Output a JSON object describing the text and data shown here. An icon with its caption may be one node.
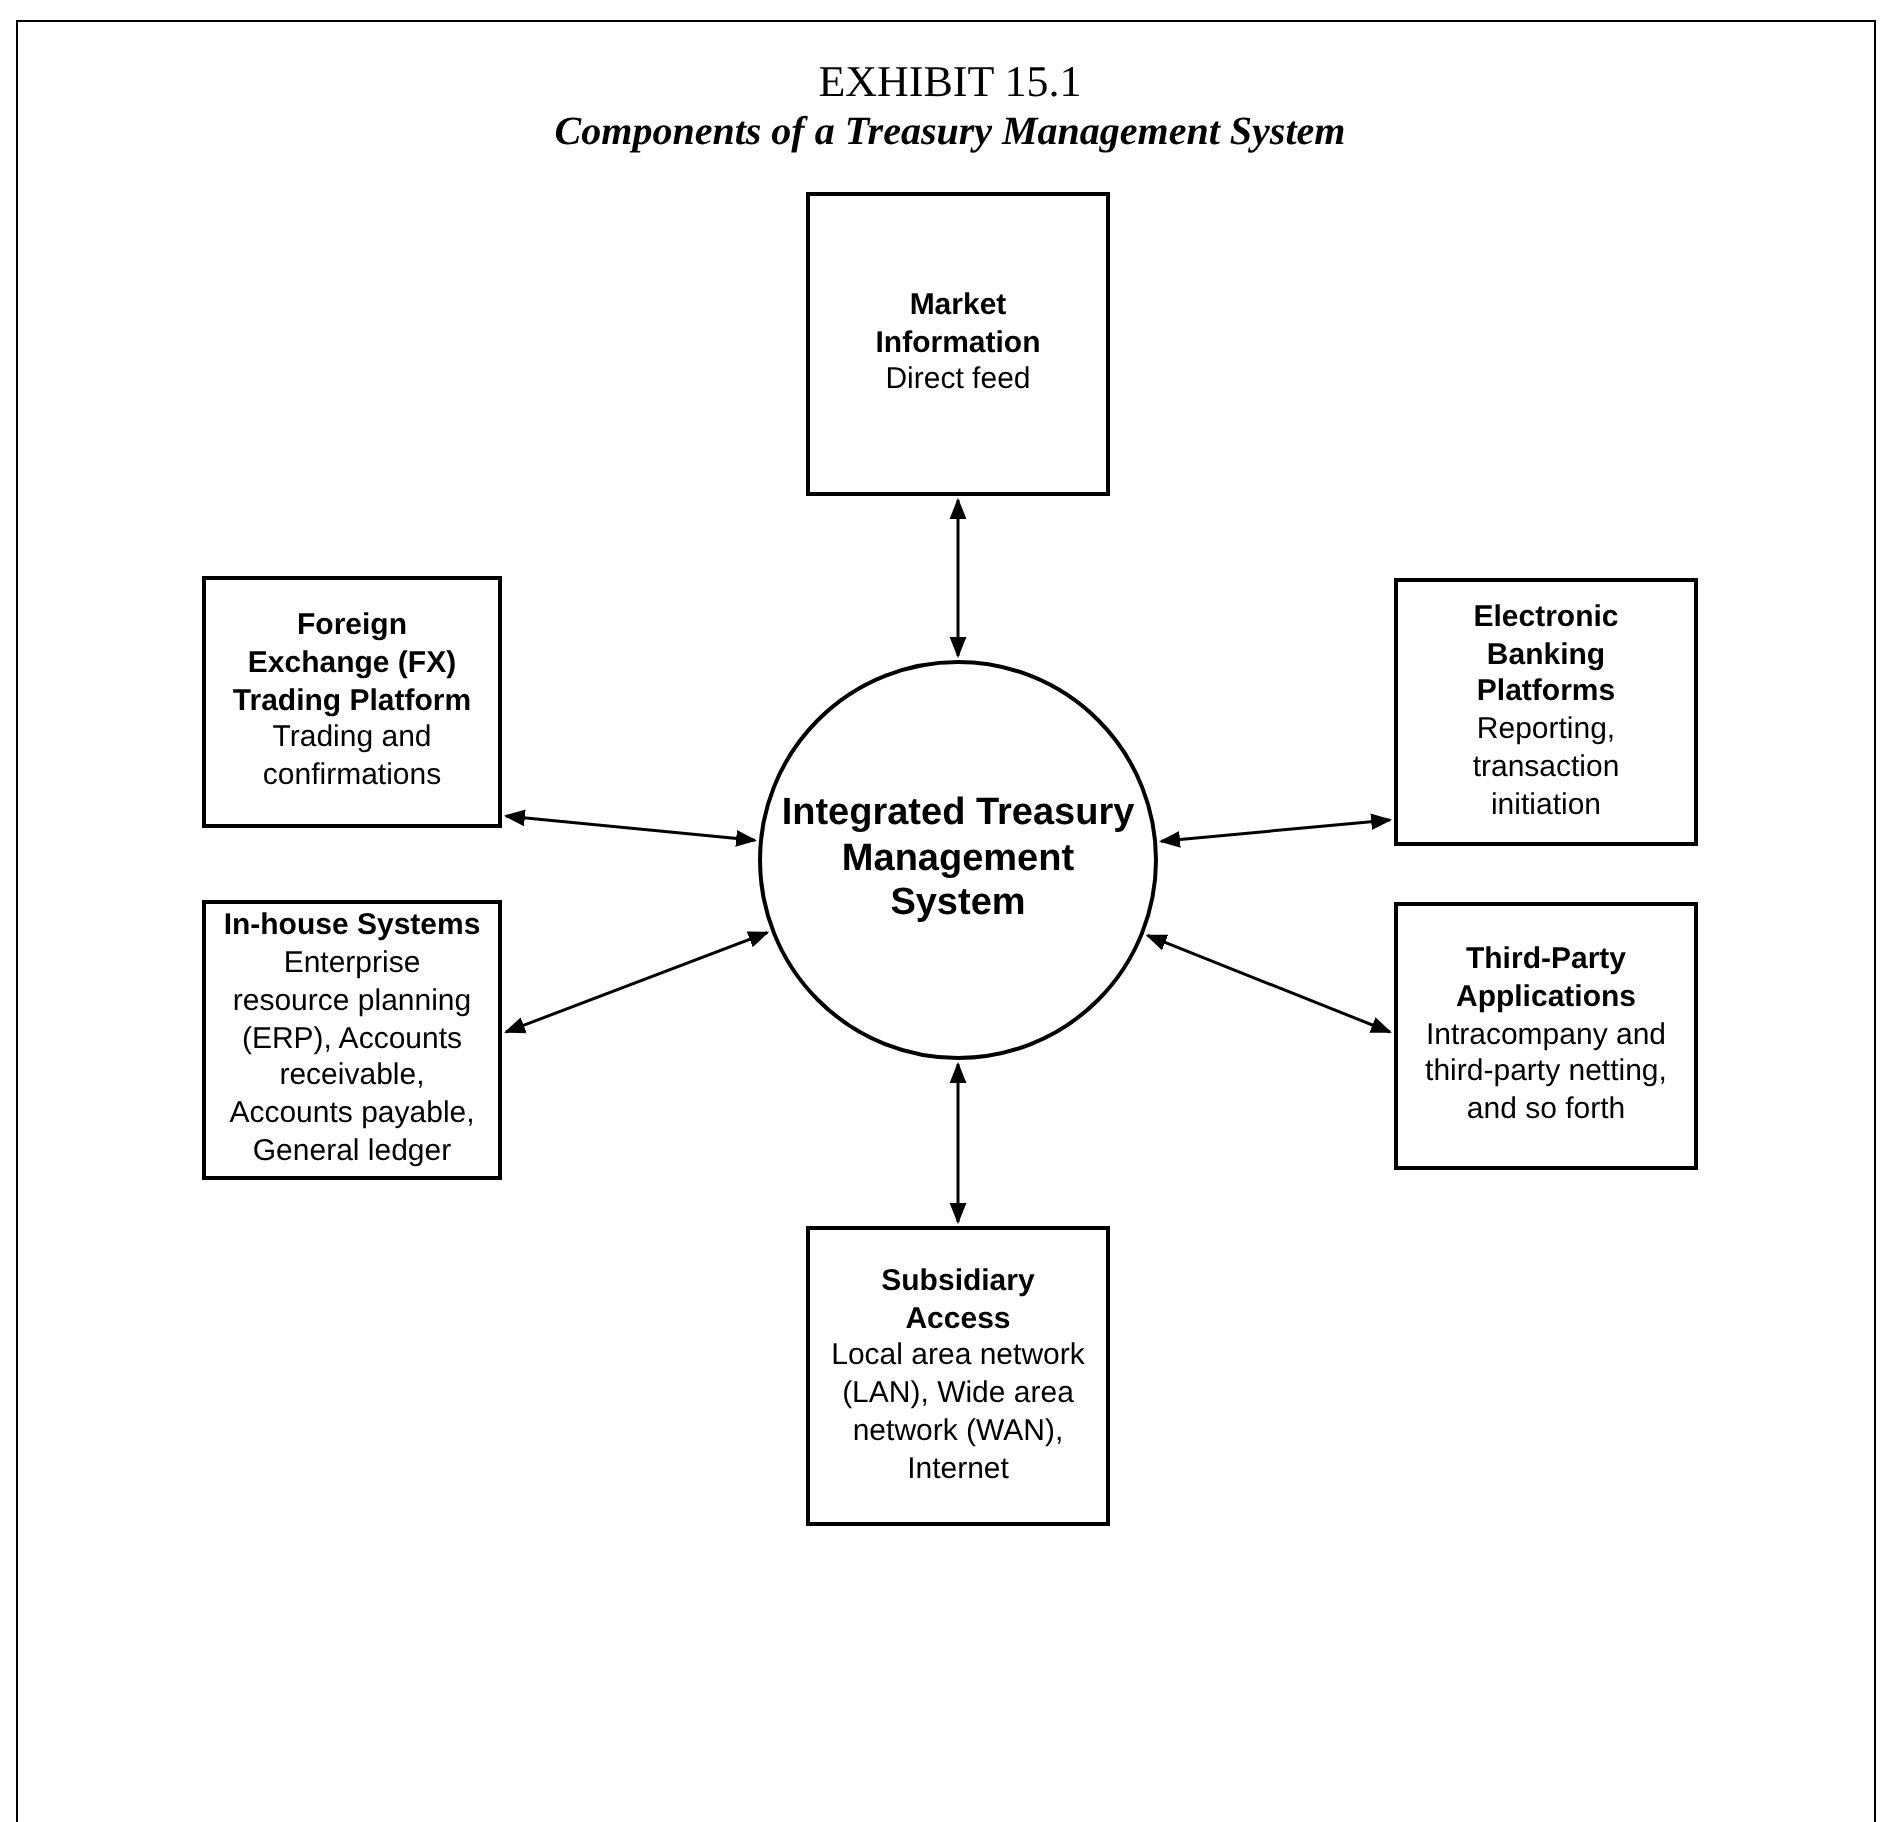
{
  "diagram": {
    "title": "EXHIBIT 15.1",
    "caption": "Components of a Treasury Management System",
    "nodes": [
      {
        "text": [
          "Market Information",
          "Direct feed"
        ]
      },
      {
        "text": [
          "Foreign Exchange (FX) Trading Platform",
          "Trading and confirmations"
        ]
      },
      {
        "text": [
          "Electronic Banking Platforms",
          "Reporting, transaction initiation"
        ]
      },
      {
        "text": [
          "Integrated Treasury Management System"
        ]
      },
      {
        "text": [
          "In-house Systems",
          "Enterprise resource planning (ERP), Accounts receivable, Accounts payable, General ledger"
        ]
      },
      {
        "text": [
          "Third-Party Applications",
          "Intracompany and third-party netting, and so forth"
        ]
      },
      {
        "text": [
          "Subsidiary Access",
          "Local area network (LAN), Wide area network (WAN), Internet"
        ]
      }
    ],
    "edges": [
      {
        "from": 3,
        "to": 0,
        "arrow": "both"
      },
      {
        "from": 3,
        "to": 1,
        "arrow": "both"
      },
      {
        "from": 3,
        "to": 2,
        "arrow": "both"
      },
      {
        "from": 3,
        "to": 4,
        "arrow": "both"
      },
      {
        "from": 3,
        "to": 5,
        "arrow": "both"
      },
      {
        "from": 3,
        "to": 6,
        "arrow": "both"
      }
    ]
  }
}
